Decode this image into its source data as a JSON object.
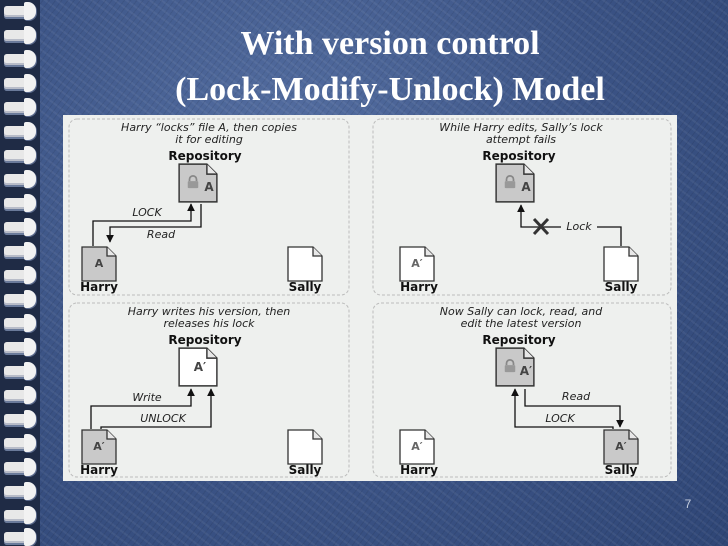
{
  "slide": {
    "title_line1": "With version control",
    "title_line2": "(Lock-Modify-Unlock) Model",
    "page_number": "7"
  },
  "panels": [
    {
      "caption_line1": "Harry “locks” file A, then copies",
      "caption_line2": "it for editing",
      "repository_label": "Repository",
      "repo_file": "A",
      "arrow_upper_label": "LOCK",
      "arrow_lower_label": "Read",
      "left_file": "A",
      "left_user": "Harry",
      "right_file": "",
      "right_user": "Sally"
    },
    {
      "caption_line1": "While Harry edits, Sally’s lock",
      "caption_line2": "attempt fails",
      "repository_label": "Repository",
      "repo_file": "A",
      "arrow_label": "Lock",
      "left_file": "A′",
      "left_user": "Harry",
      "right_file": "",
      "right_user": "Sally"
    },
    {
      "caption_line1": "Harry writes his version, then",
      "caption_line2": "releases his lock",
      "repository_label": "Repository",
      "repo_file": "A′",
      "arrow_upper_label": "Write",
      "arrow_lower_label": "UNLOCK",
      "left_file": "A′",
      "left_user": "Harry",
      "right_file": "",
      "right_user": "Sally"
    },
    {
      "caption_line1": "Now Sally can lock, read, and",
      "caption_line2": "edit the latest version",
      "repository_label": "Repository",
      "repo_file": "A′",
      "arrow_upper_label": "Read",
      "arrow_lower_label": "LOCK",
      "left_file": "A′",
      "left_user": "Harry",
      "right_file": "A′",
      "right_user": "Sally"
    }
  ]
}
